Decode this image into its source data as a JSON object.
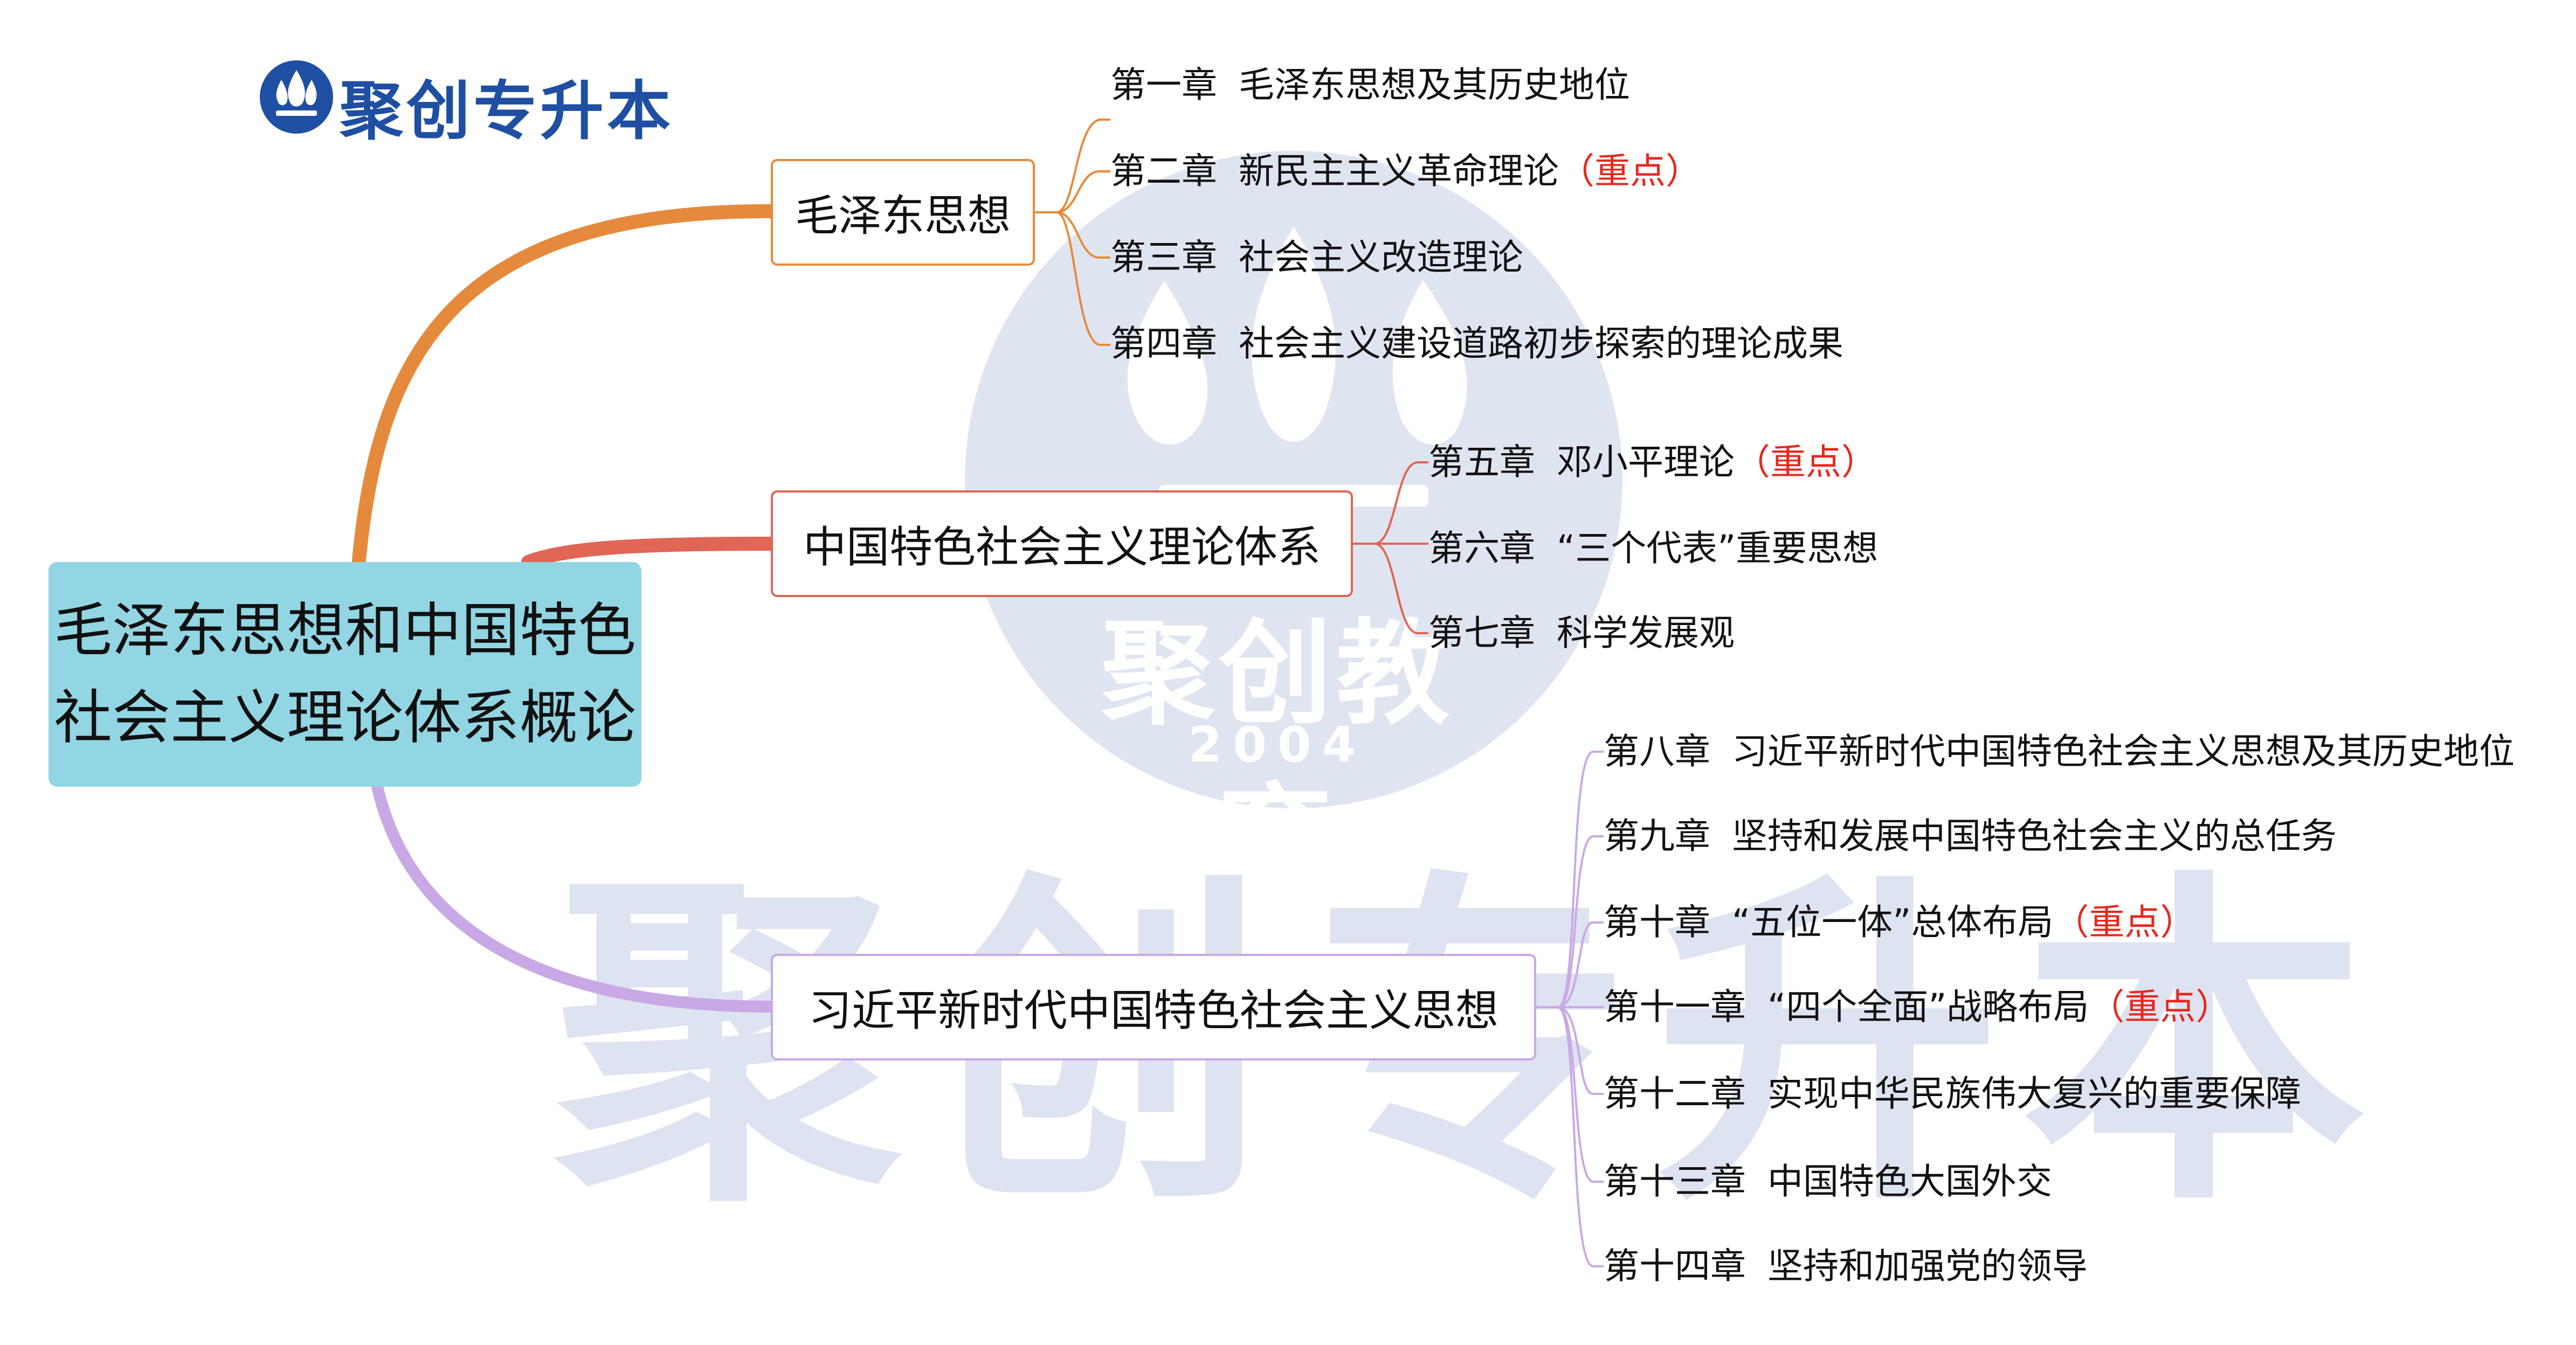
{
  "logo": {
    "text": "聚创专升本"
  },
  "watermark": {
    "name": "聚创教育",
    "year": "2004",
    "big": "聚创专升本"
  },
  "root": {
    "line1": "毛泽东思想和中国特色",
    "line2": "社会主义理论体系概论"
  },
  "branches": [
    {
      "label": "毛泽东思想",
      "color": "#e58a3c",
      "chapters": [
        {
          "num": "第一章",
          "title": "毛泽东思想及其历史地位",
          "tag": ""
        },
        {
          "num": "第二章",
          "title": "新民主主义革命理论",
          "tag": "（重点）"
        },
        {
          "num": "第三章",
          "title": "社会主义改造理论",
          "tag": ""
        },
        {
          "num": "第四章",
          "title": "社会主义建设道路初步探索的理论成果",
          "tag": ""
        }
      ]
    },
    {
      "label": "中国特色社会主义理论体系",
      "color": "#e06656",
      "chapters": [
        {
          "num": "第五章",
          "title": "邓小平理论",
          "tag": "（重点）"
        },
        {
          "num": "第六章",
          "title": "“三个代表”重要思想",
          "tag": ""
        },
        {
          "num": "第七章",
          "title": "科学发展观",
          "tag": ""
        }
      ]
    },
    {
      "label": "习近平新时代中国特色社会主义思想",
      "color": "#c9a8e6",
      "chapters": [
        {
          "num": "第八章",
          "title": "习近平新时代中国特色社会主义思想及其历史地位",
          "tag": ""
        },
        {
          "num": "第九章",
          "title": "坚持和发展中国特色社会主义的总任务",
          "tag": ""
        },
        {
          "num": "第十章",
          "title": "“五位一体”总体布局",
          "tag": "（重点）"
        },
        {
          "num": "第十一章",
          "title": "“四个全面”战略布局",
          "tag": "（重点）"
        },
        {
          "num": "第十二章",
          "title": "实现中华民族伟大复兴的重要保障",
          "tag": ""
        },
        {
          "num": "第十三章",
          "title": "中国特色大国外交",
          "tag": ""
        },
        {
          "num": "第十四章",
          "title": "坚持和加强党的领导",
          "tag": ""
        }
      ]
    }
  ]
}
